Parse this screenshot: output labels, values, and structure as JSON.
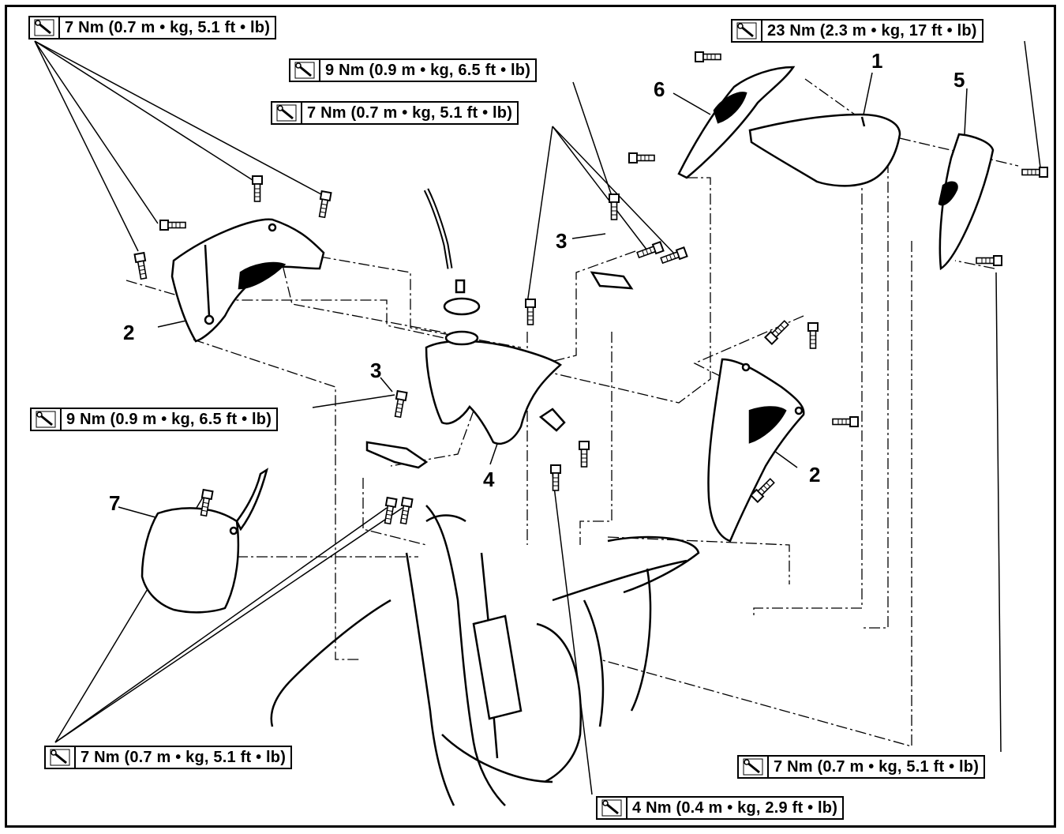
{
  "torque_labels": [
    {
      "id": "t1",
      "text": "7 Nm (0.7 m • kg, 5.1 ft • lb)"
    },
    {
      "id": "t2",
      "text": "9 Nm (0.9 m • kg, 6.5 ft • lb)"
    },
    {
      "id": "t3",
      "text": "7 Nm (0.7 m • kg, 5.1 ft • lb)"
    },
    {
      "id": "t4",
      "text": "23 Nm (2.3 m • kg, 17 ft • lb)"
    },
    {
      "id": "t5",
      "text": "9 Nm (0.9 m • kg, 6.5 ft • lb)"
    },
    {
      "id": "t6",
      "text": "7 Nm (0.7 m • kg, 5.1 ft • lb)"
    },
    {
      "id": "t7",
      "text": "7 Nm (0.7 m • kg, 5.1 ft • lb)"
    },
    {
      "id": "t8",
      "text": "4 Nm (0.4 m • kg, 2.9 ft • lb)"
    }
  ],
  "callouts": {
    "c1": "1",
    "c2a": "2",
    "c2b": "2",
    "c3a": "3",
    "c3b": "3",
    "c4": "4",
    "c5": "5",
    "c6": "6",
    "c7": "7"
  },
  "icons": [
    "torque-wrench-icon"
  ]
}
